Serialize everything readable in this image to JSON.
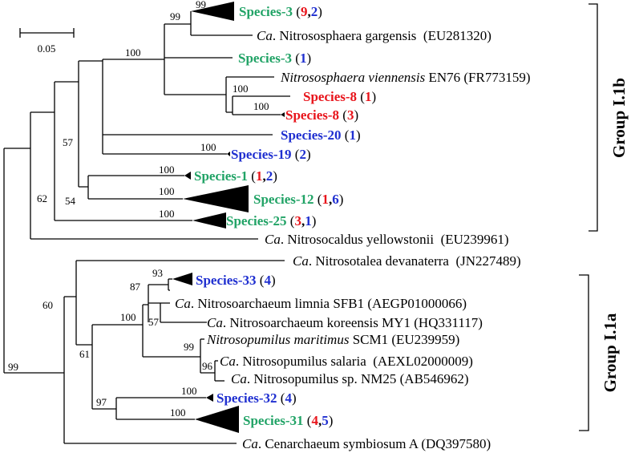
{
  "colors": {
    "green": "#21a366",
    "red": "#e8141b",
    "blue": "#1f2fd0",
    "black": "#000000"
  },
  "scale_bar": {
    "label": "0.05"
  },
  "groups": [
    {
      "id": "i1b",
      "label": "Group I.1b"
    },
    {
      "id": "i1a",
      "label": "Group I.1a"
    }
  ],
  "leaves": [
    {
      "id": "sp3a",
      "parts": [
        {
          "t": "Species-3",
          "c": "green",
          "b": true
        },
        {
          "t": " ("
        },
        {
          "t": "9",
          "c": "red",
          "b": true
        },
        {
          "t": ",",
          "b": true
        },
        {
          "t": "2",
          "c": "blue",
          "b": true
        },
        {
          "t": ")"
        }
      ]
    },
    {
      "id": "gar",
      "parts": [
        {
          "t": "Ca",
          "i": true
        },
        {
          "t": ". Nitrososphaera gargensis  (EU281320)"
        }
      ]
    },
    {
      "id": "sp3b",
      "parts": [
        {
          "t": "Species-3",
          "c": "green",
          "b": true
        },
        {
          "t": " ("
        },
        {
          "t": "1",
          "c": "blue",
          "b": true
        },
        {
          "t": ")"
        }
      ]
    },
    {
      "id": "vie",
      "parts": [
        {
          "t": "Nitrososphaera viennensis",
          "i": true
        },
        {
          "t": " EN76 (FR773159)"
        }
      ]
    },
    {
      "id": "sp8a",
      "parts": [
        {
          "t": "Species-8",
          "c": "red",
          "b": true
        },
        {
          "t": " ("
        },
        {
          "t": "1",
          "c": "red",
          "b": true
        },
        {
          "t": ")"
        }
      ]
    },
    {
      "id": "sp8b",
      "parts": [
        {
          "t": "Species-8",
          "c": "red",
          "b": true
        },
        {
          "t": " ("
        },
        {
          "t": "3",
          "c": "red",
          "b": true
        },
        {
          "t": ")"
        }
      ]
    },
    {
      "id": "sp20",
      "parts": [
        {
          "t": "Species-20",
          "c": "blue",
          "b": true
        },
        {
          "t": " ("
        },
        {
          "t": "1",
          "c": "blue",
          "b": true
        },
        {
          "t": ")"
        }
      ]
    },
    {
      "id": "sp19",
      "parts": [
        {
          "t": "Species-19",
          "c": "blue",
          "b": true
        },
        {
          "t": " ("
        },
        {
          "t": "2",
          "c": "blue",
          "b": true
        },
        {
          "t": ")"
        }
      ]
    },
    {
      "id": "sp1",
      "parts": [
        {
          "t": "Species-1",
          "c": "green",
          "b": true
        },
        {
          "t": " ("
        },
        {
          "t": "1",
          "c": "red",
          "b": true
        },
        {
          "t": ",",
          "b": true
        },
        {
          "t": "2",
          "c": "blue",
          "b": true
        },
        {
          "t": ")"
        }
      ]
    },
    {
      "id": "sp12",
      "parts": [
        {
          "t": "Species-12",
          "c": "green",
          "b": true
        },
        {
          "t": " ("
        },
        {
          "t": "1",
          "c": "red",
          "b": true
        },
        {
          "t": ",",
          "b": true
        },
        {
          "t": "6",
          "c": "blue",
          "b": true
        },
        {
          "t": ")"
        }
      ]
    },
    {
      "id": "sp25",
      "parts": [
        {
          "t": "Species-25",
          "c": "green",
          "b": true
        },
        {
          "t": " ("
        },
        {
          "t": "3",
          "c": "red",
          "b": true
        },
        {
          "t": ",",
          "b": true
        },
        {
          "t": "1",
          "c": "blue",
          "b": true
        },
        {
          "t": ")"
        }
      ]
    },
    {
      "id": "yel",
      "parts": [
        {
          "t": "Ca",
          "i": true
        },
        {
          "t": ". Nitrosocaldus yellowstonii  (EU239961)"
        }
      ]
    },
    {
      "id": "dev",
      "parts": [
        {
          "t": "Ca",
          "i": true
        },
        {
          "t": ". Nitrosotalea devanaterra  (JN227489)"
        }
      ]
    },
    {
      "id": "sp33",
      "parts": [
        {
          "t": "Species-33",
          "c": "blue",
          "b": true
        },
        {
          "t": " ("
        },
        {
          "t": "4",
          "c": "blue",
          "b": true
        },
        {
          "t": ")"
        }
      ]
    },
    {
      "id": "lim",
      "parts": [
        {
          "t": "Ca",
          "i": true
        },
        {
          "t": ". Nitrosoarchaeum limnia SFB1 (AEGP01000066)"
        }
      ]
    },
    {
      "id": "kor",
      "parts": [
        {
          "t": "Ca",
          "i": true
        },
        {
          "t": ". Nitrosoarchaeum koreensis MY1 (HQ331117)"
        }
      ]
    },
    {
      "id": "mar",
      "parts": [
        {
          "t": "Nitrosopumilus maritimus",
          "i": true
        },
        {
          "t": " SCM1 (EU239959)"
        }
      ]
    },
    {
      "id": "sal",
      "parts": [
        {
          "t": "Ca",
          "i": true
        },
        {
          "t": ". Nitrosopumilus salaria  (AEXL02000009)"
        }
      ]
    },
    {
      "id": "nm25",
      "parts": [
        {
          "t": "Ca",
          "i": true
        },
        {
          "t": ". Nitrosopumilus sp. NM25 (AB546962)"
        }
      ]
    },
    {
      "id": "sp32",
      "parts": [
        {
          "t": "Species-32",
          "c": "blue",
          "b": true
        },
        {
          "t": " ("
        },
        {
          "t": "4",
          "c": "blue",
          "b": true
        },
        {
          "t": ")"
        }
      ]
    },
    {
      "id": "sp31",
      "parts": [
        {
          "t": "Species-31",
          "c": "green",
          "b": true
        },
        {
          "t": " ("
        },
        {
          "t": "4",
          "c": "red",
          "b": true
        },
        {
          "t": ",",
          "b": true
        },
        {
          "t": "5",
          "c": "blue",
          "b": true
        },
        {
          "t": ")"
        }
      ]
    },
    {
      "id": "cen",
      "parts": [
        {
          "t": "Ca",
          "i": true
        },
        {
          "t": ". Cenarchaeum symbiosum A (DQ397580)"
        }
      ]
    }
  ],
  "bootstraps": [
    {
      "id": "n1",
      "value": "99"
    },
    {
      "id": "n2",
      "value": "99"
    },
    {
      "id": "n3",
      "value": "100"
    },
    {
      "id": "n4",
      "value": "100"
    },
    {
      "id": "n5",
      "value": "57"
    },
    {
      "id": "n6",
      "value": "100"
    },
    {
      "id": "n7",
      "value": "100"
    },
    {
      "id": "n8",
      "value": "100"
    },
    {
      "id": "n9",
      "value": "54"
    },
    {
      "id": "n10",
      "value": "62"
    },
    {
      "id": "n11",
      "value": "100"
    },
    {
      "id": "n12",
      "value": "93"
    },
    {
      "id": "n13",
      "value": "87"
    },
    {
      "id": "n14",
      "value": "100"
    },
    {
      "id": "n15",
      "value": "57"
    },
    {
      "id": "n16",
      "value": "99"
    },
    {
      "id": "n17",
      "value": "96"
    },
    {
      "id": "n18",
      "value": "60"
    },
    {
      "id": "n19",
      "value": "100"
    },
    {
      "id": "n20",
      "value": "97"
    },
    {
      "id": "n21",
      "value": "100"
    },
    {
      "id": "n22",
      "value": "61"
    },
    {
      "id": "n23",
      "value": "99"
    }
  ]
}
